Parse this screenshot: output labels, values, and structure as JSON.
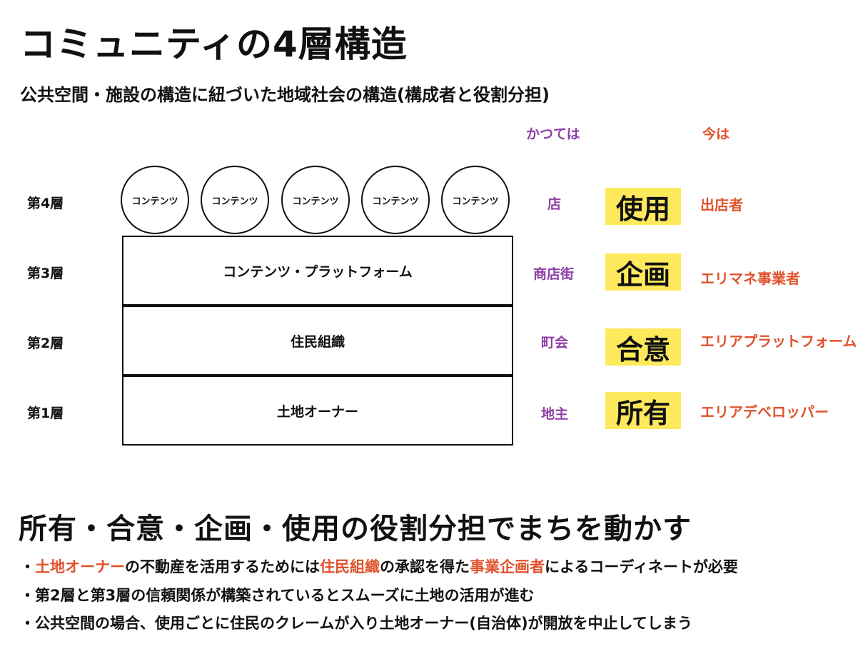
{
  "title": "コミュニティの4層構造",
  "subtitle": "公共空間・施設の構造に紐づいた地域社会の構造(構成者と役割分担)",
  "columns": {
    "past": "かつては",
    "now": "今は"
  },
  "layers": [
    {
      "label": "第4層",
      "past": "店",
      "role": "使用",
      "now": "出店者"
    },
    {
      "label": "第3層",
      "content": "コンテンツ・プラットフォーム",
      "past": "商店街",
      "role": "企画",
      "now": "エリマネ事業者"
    },
    {
      "label": "第2層",
      "content": "住民組織",
      "past": "町会",
      "role": "合意",
      "now": "エリアプラットフォーム"
    },
    {
      "label": "第1層",
      "content": "土地オーナー",
      "past": "地主",
      "role": "所有",
      "now": "エリアデベロッパー"
    }
  ],
  "contents": [
    "コンテンツ",
    "コンテンツ",
    "コンテンツ",
    "コンテンツ",
    "コンテンツ"
  ],
  "section_heading": "所有・合意・企画・使用の役割分担でまちを動かす",
  "bullets": [
    {
      "mark": "・",
      "segments": [
        {
          "text": "土地オーナー",
          "highlight": true
        },
        {
          "text": "の不動産を活用するためには",
          "highlight": false
        },
        {
          "text": "住民組織",
          "highlight": true
        },
        {
          "text": "の承認を得た",
          "highlight": false
        },
        {
          "text": "事業企画者",
          "highlight": true
        },
        {
          "text": "によるコーディネートが必要",
          "highlight": false
        }
      ]
    },
    {
      "mark": "・",
      "segments": [
        {
          "text": "第2層と第3層の信頼関係が構築されているとスムーズに土地の活用が進む",
          "highlight": false
        }
      ]
    },
    {
      "mark": "・",
      "segments": [
        {
          "text": "公共空間の場合、使用ごとに住民のクレームが入り土地オーナー(自治体)が開放を中止してしまう",
          "highlight": false
        }
      ]
    }
  ],
  "colors": {
    "past": "#8e3ea6",
    "now": "#e0522c",
    "role_bg": "#fde95b",
    "highlight": "#e0522c"
  }
}
